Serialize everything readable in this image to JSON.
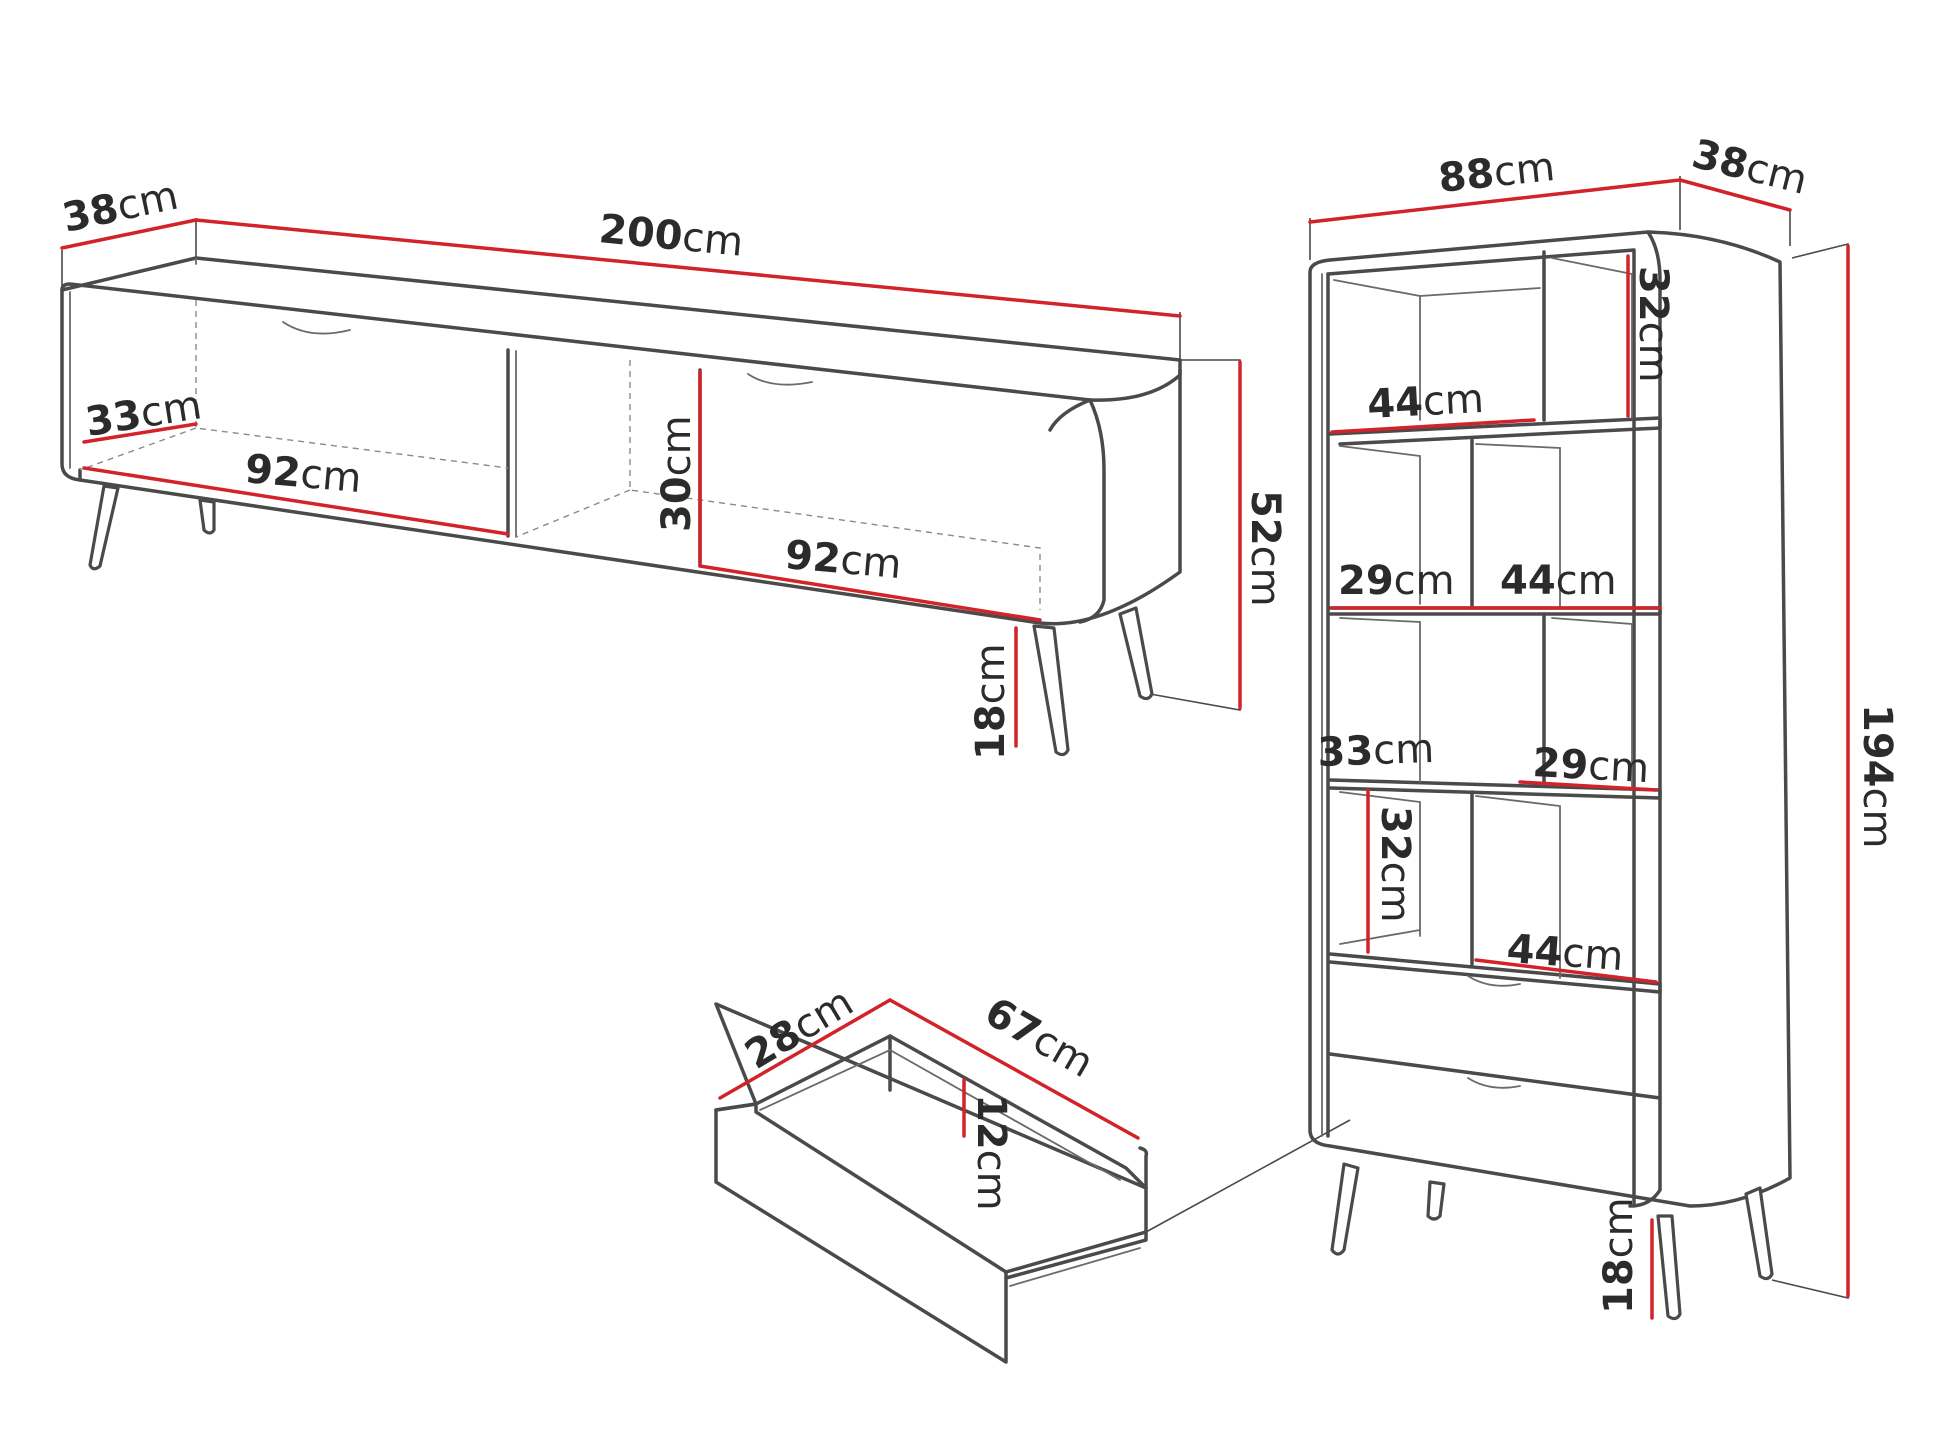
{
  "tv_unit": {
    "depth": {
      "num": "38",
      "unit": "cm"
    },
    "width": {
      "num": "200",
      "unit": "cm"
    },
    "inner_depth": {
      "num": "33",
      "unit": "cm"
    },
    "left_compartment": {
      "num": "92",
      "unit": "cm"
    },
    "right_compartment": {
      "num": "92",
      "unit": "cm"
    },
    "inner_height": {
      "num": "30",
      "unit": "cm"
    },
    "total_height": {
      "num": "52",
      "unit": "cm"
    },
    "leg_height": {
      "num": "18",
      "unit": "cm"
    }
  },
  "drawer": {
    "depth": {
      "num": "28",
      "unit": "cm"
    },
    "width": {
      "num": "67",
      "unit": "cm"
    },
    "height": {
      "num": "12",
      "unit": "cm"
    }
  },
  "bookcase": {
    "width": {
      "num": "88",
      "unit": "cm"
    },
    "depth": {
      "num": "38",
      "unit": "cm"
    },
    "height": {
      "num": "194",
      "unit": "cm"
    },
    "leg_height": {
      "num": "18",
      "unit": "cm"
    },
    "top_shelf_height": {
      "num": "32",
      "unit": "cm"
    },
    "top_shelf_width": {
      "num": "44",
      "unit": "cm"
    },
    "row2_left_width": {
      "num": "29",
      "unit": "cm"
    },
    "row2_right_width": {
      "num": "44",
      "unit": "cm"
    },
    "row3_left_width": {
      "num": "33",
      "unit": "cm"
    },
    "row3_right_width": {
      "num": "29",
      "unit": "cm"
    },
    "bottom_shelf_height": {
      "num": "32",
      "unit": "cm"
    },
    "bottom_shelf_width": {
      "num": "44",
      "unit": "cm"
    }
  }
}
